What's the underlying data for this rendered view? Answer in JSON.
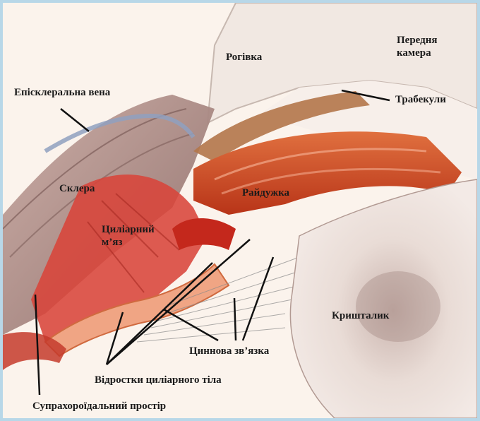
{
  "diagram": {
    "labels": {
      "cornea": "Рогівка",
      "anterior_chamber": "Передня\nкамера",
      "episcleral_vein": "Епісклеральна вена",
      "trabeculae": "Трабекули",
      "sclera": "Склера",
      "iris": "Райдужка",
      "ciliary_muscle": "Циліарний\nм’яз",
      "lens": "Кришталик",
      "zonule": "Циннова зв’язка",
      "ciliary_processes": "Відростки циліарного тіла",
      "suprachoroidal_space": "Супрахороїдальний простір"
    },
    "colors": {
      "background": "#fbf3ec",
      "sclera": "#a48580",
      "iris": "#c84a22",
      "muscle": "#d8443a",
      "lens": "#e6d8d2",
      "border": "#b8d7e8"
    }
  }
}
